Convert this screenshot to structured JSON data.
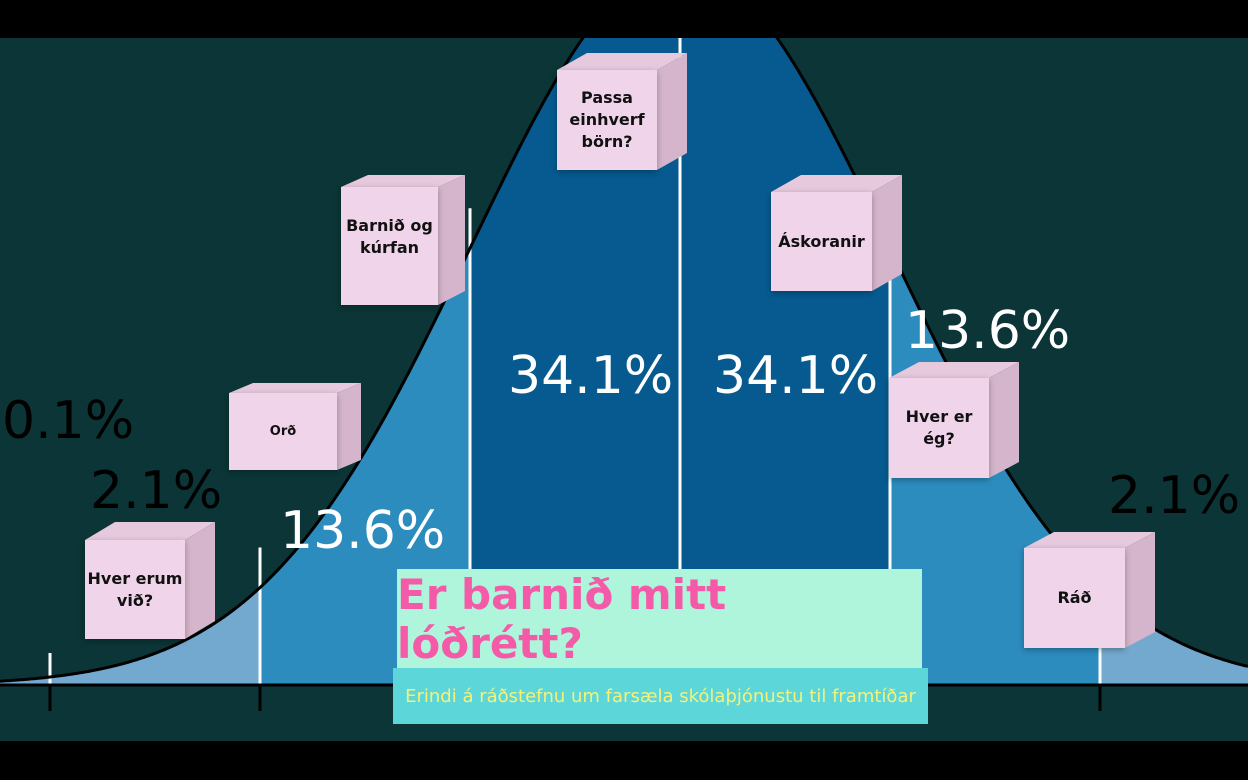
{
  "diagram": {
    "percent_labels": {
      "left_center": "34.1%",
      "right_center": "34.1%",
      "left_mid": "13.6%",
      "right_mid": "13.6%",
      "left_outer": "2.1%",
      "right_outer": "2.1%",
      "far_left": "0.1%"
    }
  },
  "cubes": [
    {
      "label": "Hver erum við?"
    },
    {
      "label": "Orð"
    },
    {
      "label": "Barnið og kúrfan"
    },
    {
      "label": "Passa einhverf börn?"
    },
    {
      "label": "Áskoranir"
    },
    {
      "label": "Hver er ég?"
    },
    {
      "label": "Ráð"
    }
  ],
  "title": "Er barnið mitt lóðrétt?",
  "subtitle": "Erindi á ráðstefnu um farsæla skólaþjónustu til framtíðar",
  "colors": {
    "background": "#0b3536",
    "inner": "#065a8f",
    "mid": "#2c8cbe",
    "outer": "#74a9cf",
    "cube": "#f0d5ea",
    "title_bg": "#aef5dc",
    "title_text": "#f45aa8",
    "subtitle_bg": "#5dd6da",
    "subtitle_text": "#f4f27a"
  }
}
